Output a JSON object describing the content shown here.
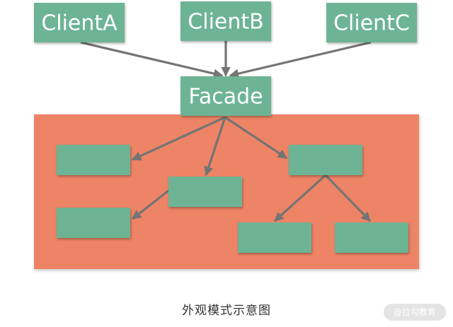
{
  "diagram": {
    "caption": "外观模式示意图",
    "watermark": "@拉勾教育",
    "colors": {
      "node": "#6db495",
      "subsystem": "#ee8466",
      "edge": "#747474"
    },
    "nodes": [
      {
        "id": "client-a",
        "label": "ClientA"
      },
      {
        "id": "client-b",
        "label": "ClientB"
      },
      {
        "id": "client-c",
        "label": "ClientC"
      },
      {
        "id": "facade",
        "label": "Facade"
      },
      {
        "id": "subsystem-1",
        "label": ""
      },
      {
        "id": "subsystem-2",
        "label": ""
      },
      {
        "id": "subsystem-3",
        "label": ""
      },
      {
        "id": "subsystem-4",
        "label": ""
      },
      {
        "id": "subsystem-5",
        "label": ""
      },
      {
        "id": "subsystem-6",
        "label": ""
      }
    ],
    "edges": [
      {
        "from": "client-a",
        "to": "facade"
      },
      {
        "from": "client-b",
        "to": "facade"
      },
      {
        "from": "client-c",
        "to": "facade"
      },
      {
        "from": "facade",
        "to": "subsystem-1"
      },
      {
        "from": "facade",
        "to": "subsystem-2"
      },
      {
        "from": "facade",
        "to": "subsystem-3"
      },
      {
        "from": "subsystem-2",
        "to": "subsystem-4"
      },
      {
        "from": "subsystem-3",
        "to": "subsystem-5"
      },
      {
        "from": "subsystem-3",
        "to": "subsystem-6"
      }
    ]
  }
}
